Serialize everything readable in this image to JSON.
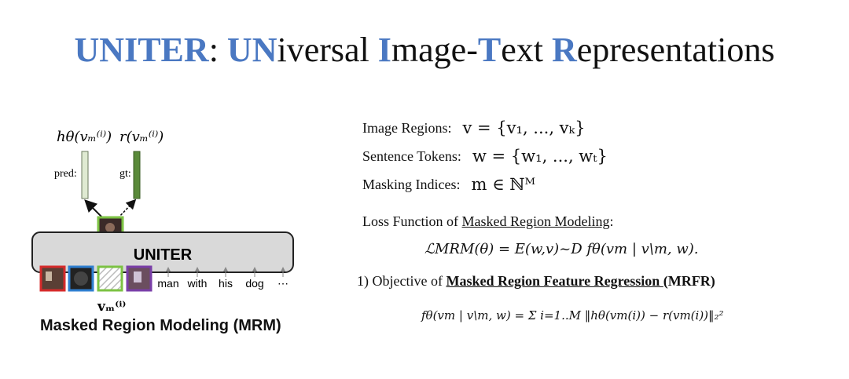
{
  "title": {
    "part1_bold": "UNITER",
    "part1_rest": ": ",
    "part2_bold": "UN",
    "part2_rest": "iversal ",
    "part3_bold": "I",
    "part3_rest": "mage-",
    "part4_bold": "T",
    "part4_rest": "ext ",
    "part5_bold": "R",
    "part5_rest": "epresentations"
  },
  "diagram": {
    "head_pred_formula": "hθ(vₘ⁽ⁱ⁾)",
    "head_gt_formula": "r(vₘ⁽ⁱ⁾)",
    "pred_label": "pred:",
    "gt_label": "gt:",
    "model_label": "UNITER",
    "tokens": [
      "man",
      "with",
      "his",
      "dog",
      "⋯"
    ],
    "masked_label": "vₘ⁽ⁱ⁾",
    "caption": "Masked Region Modeling (MRM)"
  },
  "defs": [
    {
      "label": "Image Regions:",
      "value": "v = {v₁, ..., vₖ}"
    },
    {
      "label": "Sentence Tokens:",
      "value": "w = {w₁, ..., wₜ}"
    },
    {
      "label": "Masking Indices:",
      "value": "m ∈ ℕᴹ"
    }
  ],
  "loss": {
    "prefix": "Loss Function of ",
    "underlined": "Masked Region Modeling",
    "suffix": ":",
    "equation": "ℒMRM(θ) = E(w,v)~D fθ(vm | v\\m, w)."
  },
  "mrfr": {
    "prefix": "1) Objective of ",
    "underlined": "Masked Region Feature Regression ",
    "suffix": "(MRFR)",
    "equation": "fθ(vm | v\\m, w) = Σ i=1..M ‖hθ(vm(i)) − r(vm(i))‖₂²"
  },
  "colors": {
    "accent_blue": "#4a78c2",
    "box_red": "#d62b2b",
    "box_blue": "#2f7fd0",
    "box_green": "#7cc243",
    "box_purple": "#7a3fa8",
    "pred_bar": "#dfead2",
    "gt_bar": "#5a8a3a",
    "model_fill": "#d9d9d9"
  }
}
